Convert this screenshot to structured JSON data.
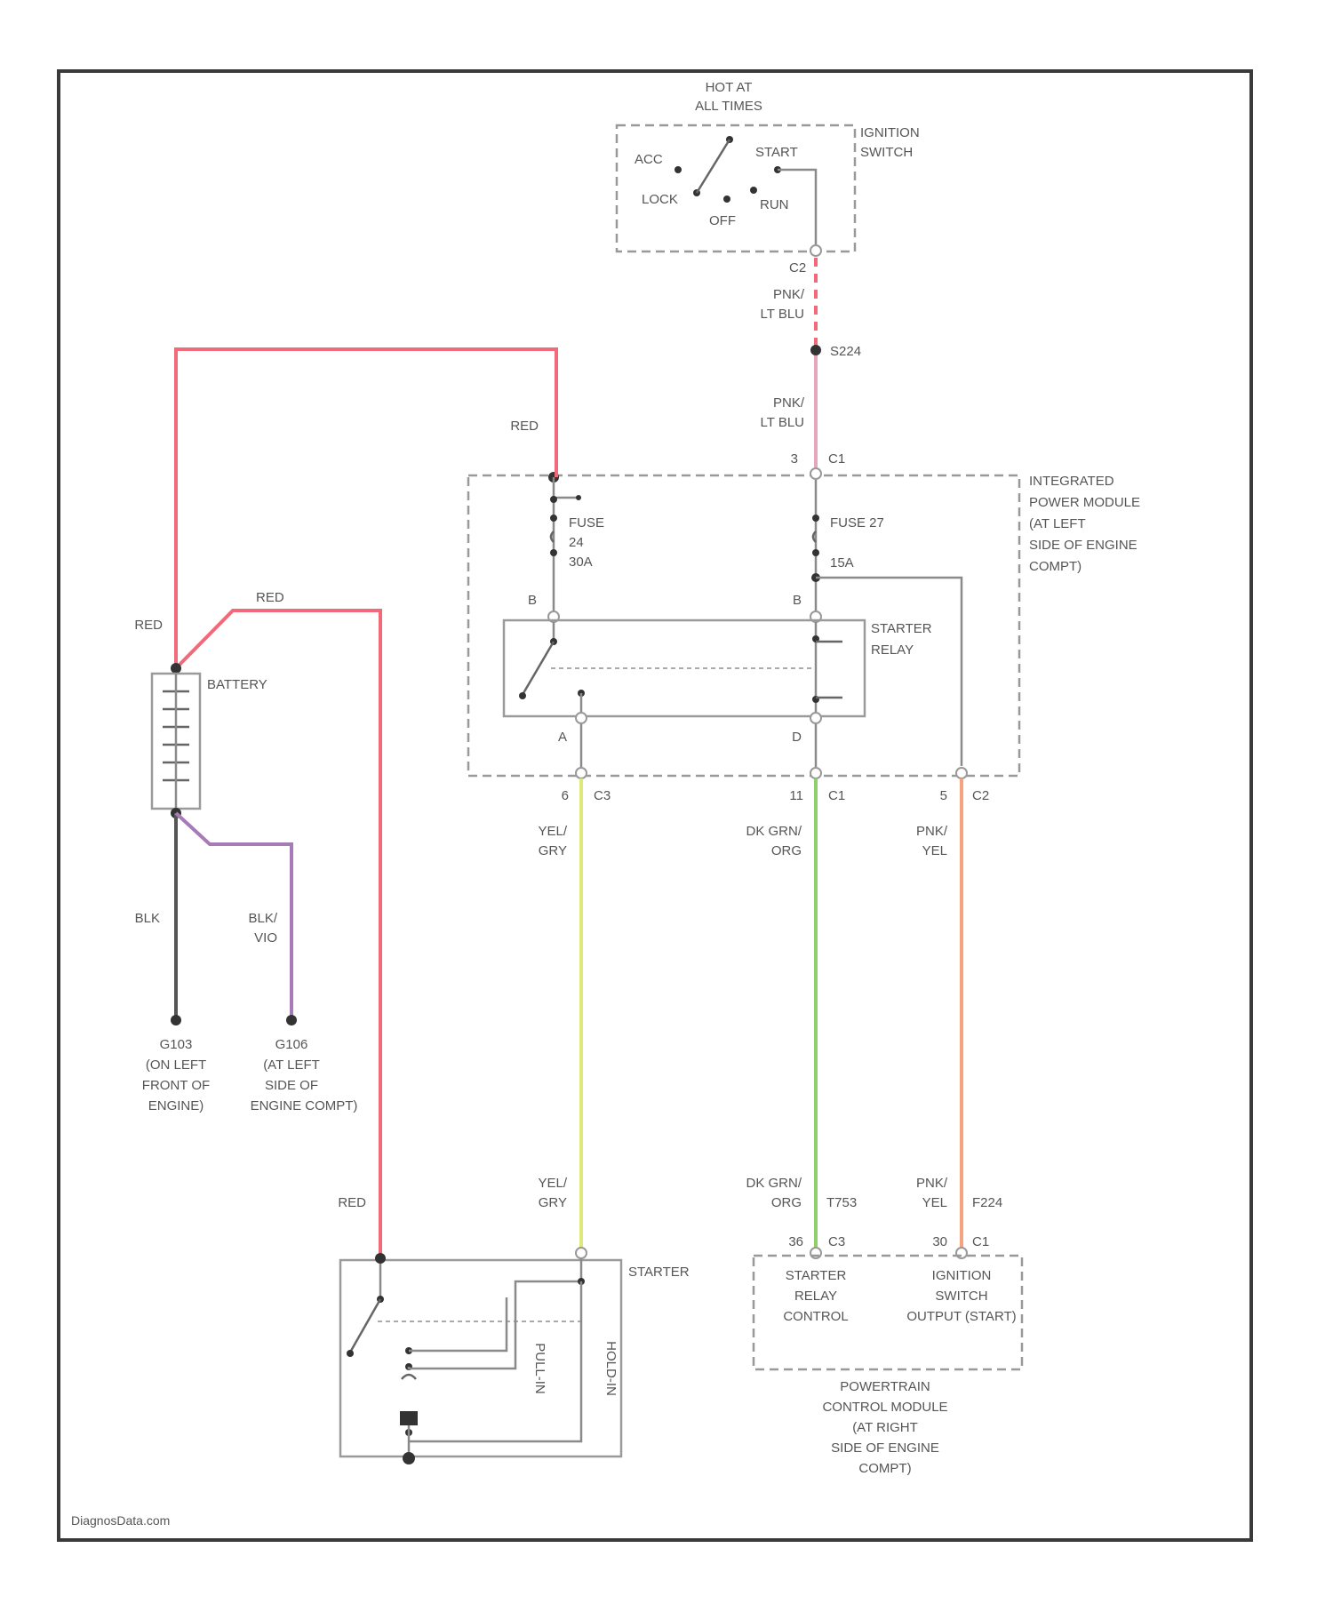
{
  "ignition": {
    "hot_label": [
      "HOT AT",
      "ALL TIMES"
    ],
    "switch_label": [
      "IGNITION",
      "SWITCH"
    ],
    "positions": {
      "acc": "ACC",
      "start": "START",
      "lock": "LOCK",
      "off": "OFF",
      "run": "RUN"
    },
    "connector": "C2"
  },
  "wires": {
    "pnk_lt_blu_top": [
      "PNK/",
      "LT BLU"
    ],
    "splice": "S224",
    "pnk_lt_blu_mid": [
      "PNK/",
      "LT BLU"
    ],
    "red_fuse": "RED",
    "red_battery": "RED",
    "red_battery2": "RED",
    "red_starter": "RED",
    "blk": "BLK",
    "blk_vio": [
      "BLK/",
      "VIO"
    ],
    "yel_gry_top": [
      "YEL/",
      "GRY"
    ],
    "dk_grn_org_top": [
      "DK GRN/",
      "ORG"
    ],
    "pnk_yel_top": [
      "PNK/",
      "YEL"
    ],
    "yel_gry_bottom": [
      "YEL/",
      "GRY"
    ],
    "dk_grn_org_bottom": [
      "DK GRN/",
      "ORG"
    ],
    "pnk_yel_bottom": [
      "PNK/",
      "YEL"
    ],
    "circuit_t753": "T753",
    "circuit_f224": "F224"
  },
  "ipm": {
    "label": [
      "INTEGRATED",
      "POWER MODULE",
      "(AT LEFT",
      "SIDE OF ENGINE",
      "COMPT)"
    ],
    "connector_top": "C1",
    "pin_top": "3",
    "fuse_left": [
      "FUSE",
      "24",
      "30A"
    ],
    "fuse_right": "FUSE 27",
    "amp_right": "15A",
    "relay_label": [
      "STARTER",
      "RELAY"
    ],
    "pin_b_left": "B",
    "pin_b_right": "B",
    "pin_a": "A",
    "pin_d": "D",
    "conn_left_pin": "6",
    "conn_left": "C3",
    "conn_mid_pin": "11",
    "conn_mid": "C1",
    "conn_right_pin": "5",
    "conn_right": "C2"
  },
  "battery": {
    "label": "BATTERY"
  },
  "grounds": {
    "g103": [
      "G103",
      "(ON LEFT",
      "FRONT OF",
      "ENGINE)"
    ],
    "g106": [
      "G106",
      "(AT LEFT",
      "SIDE OF",
      "ENGINE COMPT)"
    ]
  },
  "starter": {
    "label": "STARTER",
    "pull_in": "PULL-IN",
    "hold_in": "HOLD-IN"
  },
  "pcm": {
    "pin_left": "36",
    "conn_left": "C3",
    "pin_right": "30",
    "conn_right": "C1",
    "relay_control": [
      "STARTER",
      "RELAY",
      "CONTROL"
    ],
    "ign_output": [
      "IGNITION",
      "SWITCH",
      "OUTPUT (START)"
    ],
    "label": [
      "POWERTRAIN",
      "CONTROL MODULE",
      "(AT RIGHT",
      "SIDE OF ENGINE",
      "COMPT)"
    ]
  },
  "watermark": "DiagnosData.com"
}
